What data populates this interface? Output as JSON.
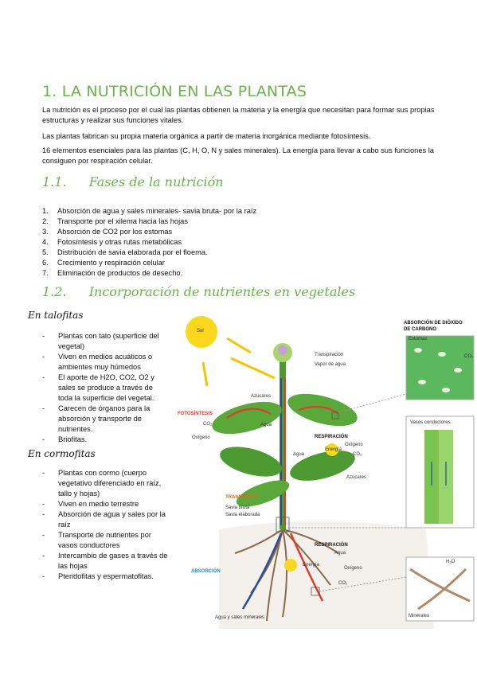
{
  "heading1": "1.  LA NUTRICIÓN EN LAS PLANTAS",
  "para1": "La nutrición es el proceso por el cual las plantas obtienen la materia y la energía que necesitan para formar sus propias estructuras y realizar sus funciones vitales.",
  "para2": "Las plantas fabrican su propia materia orgánica a partir de materia inorgánica mediante fotosíntesis.",
  "para3": "16 elementos esenciales para las plantas (C, H, O, N y sales minerales). La energía para llevar a cabo sus funciones la consiguen por respiración celular.",
  "section11": {
    "num": "1.1.",
    "title": "Fases de la nutrición"
  },
  "phases": [
    {
      "n": "1.",
      "text": "Absorción de agua y sales minerales- savia bruta- por la raíz"
    },
    {
      "n": "2.",
      "text": "Transporte por el xilema hacia las hojas"
    },
    {
      "n": "3.",
      "text": "Absorción de CO2 por los estomas"
    },
    {
      "n": "4.",
      "text": "Fotosíntesis y otras rutas metabólicas"
    },
    {
      "n": "5.",
      "text": "Distribución de savia elaborada por el floema."
    },
    {
      "n": "6.",
      "text": "Crecimiento y respiración celular"
    },
    {
      "n": "7.",
      "text": "Eliminación de productos de desecho."
    }
  ],
  "section12": {
    "num": "1.2.",
    "title": "Incorporación de nutrientes en vegetales"
  },
  "talofitas": {
    "title": "En talofitas",
    "items": [
      "Plantas con talo (superficie del vegetal)",
      "Viven en medios acuáticos o ambientes muy húmedos",
      "El aporte de H2O, CO2, O2 y sales se produce a través de toda la superficie del vegetal.",
      "Carecen de órganos para la absorción y transporte de nutrientes.",
      "Briofitas."
    ]
  },
  "cormofitas": {
    "title": "En cormofitas",
    "items": [
      "Plantas con cormo (cuerpo vegetativo diferenciado en raíz, tallo y hojas)",
      "Viven en medio terrestre",
      "Absorción de agua y sales por la raíz",
      "Transporte de nutrientes por vasos conductores",
      "Intercambio de gases a través de las hojas",
      "Pteridofitas y espermatofitas."
    ]
  },
  "diagram": {
    "sol": "Sol",
    "transpiracion": "Transpiración",
    "vapor": "Vapor de agua",
    "azucares1": "Azúcares",
    "fotosintesis": "FOTOSÍNTESIS",
    "co2a": "CO",
    "agua1": "Agua",
    "oxigeno1": "Oxígeno",
    "respiracion1": "RESPIRACIÓN",
    "oxigeno2": "Oxígeno",
    "agua2": "Agua",
    "energia1": "Energía",
    "co2b": "CO",
    "azucares2": "Azúcares",
    "transporte": "TRANSPORTE",
    "savia_bruta": "Savia bruta",
    "savia_elaborada": "Savia elaborada",
    "respiracion2": "RESPIRACIÓN",
    "agua3": "Agua",
    "energia2": "Energía",
    "oxigeno3": "Oxígeno",
    "co2c": "CO",
    "absorcion": "ABSORCIÓN",
    "agua_sales": "Agua y sales minerales",
    "abs_co2_title1": "ABSORCIÓN DE DIÓXIDO",
    "abs_co2_title2": "DE CARBONO",
    "estomas": "Estomas",
    "co2d": "CO",
    "vasos": "Vasos conductores",
    "h2o": "H",
    "minerales": "Minerales"
  },
  "colors": {
    "heading": "#6ab24a",
    "red": "#e03a2a",
    "blue": "#2a4c9a",
    "leaf": "#5aa83a",
    "orange": "#e8641c"
  }
}
